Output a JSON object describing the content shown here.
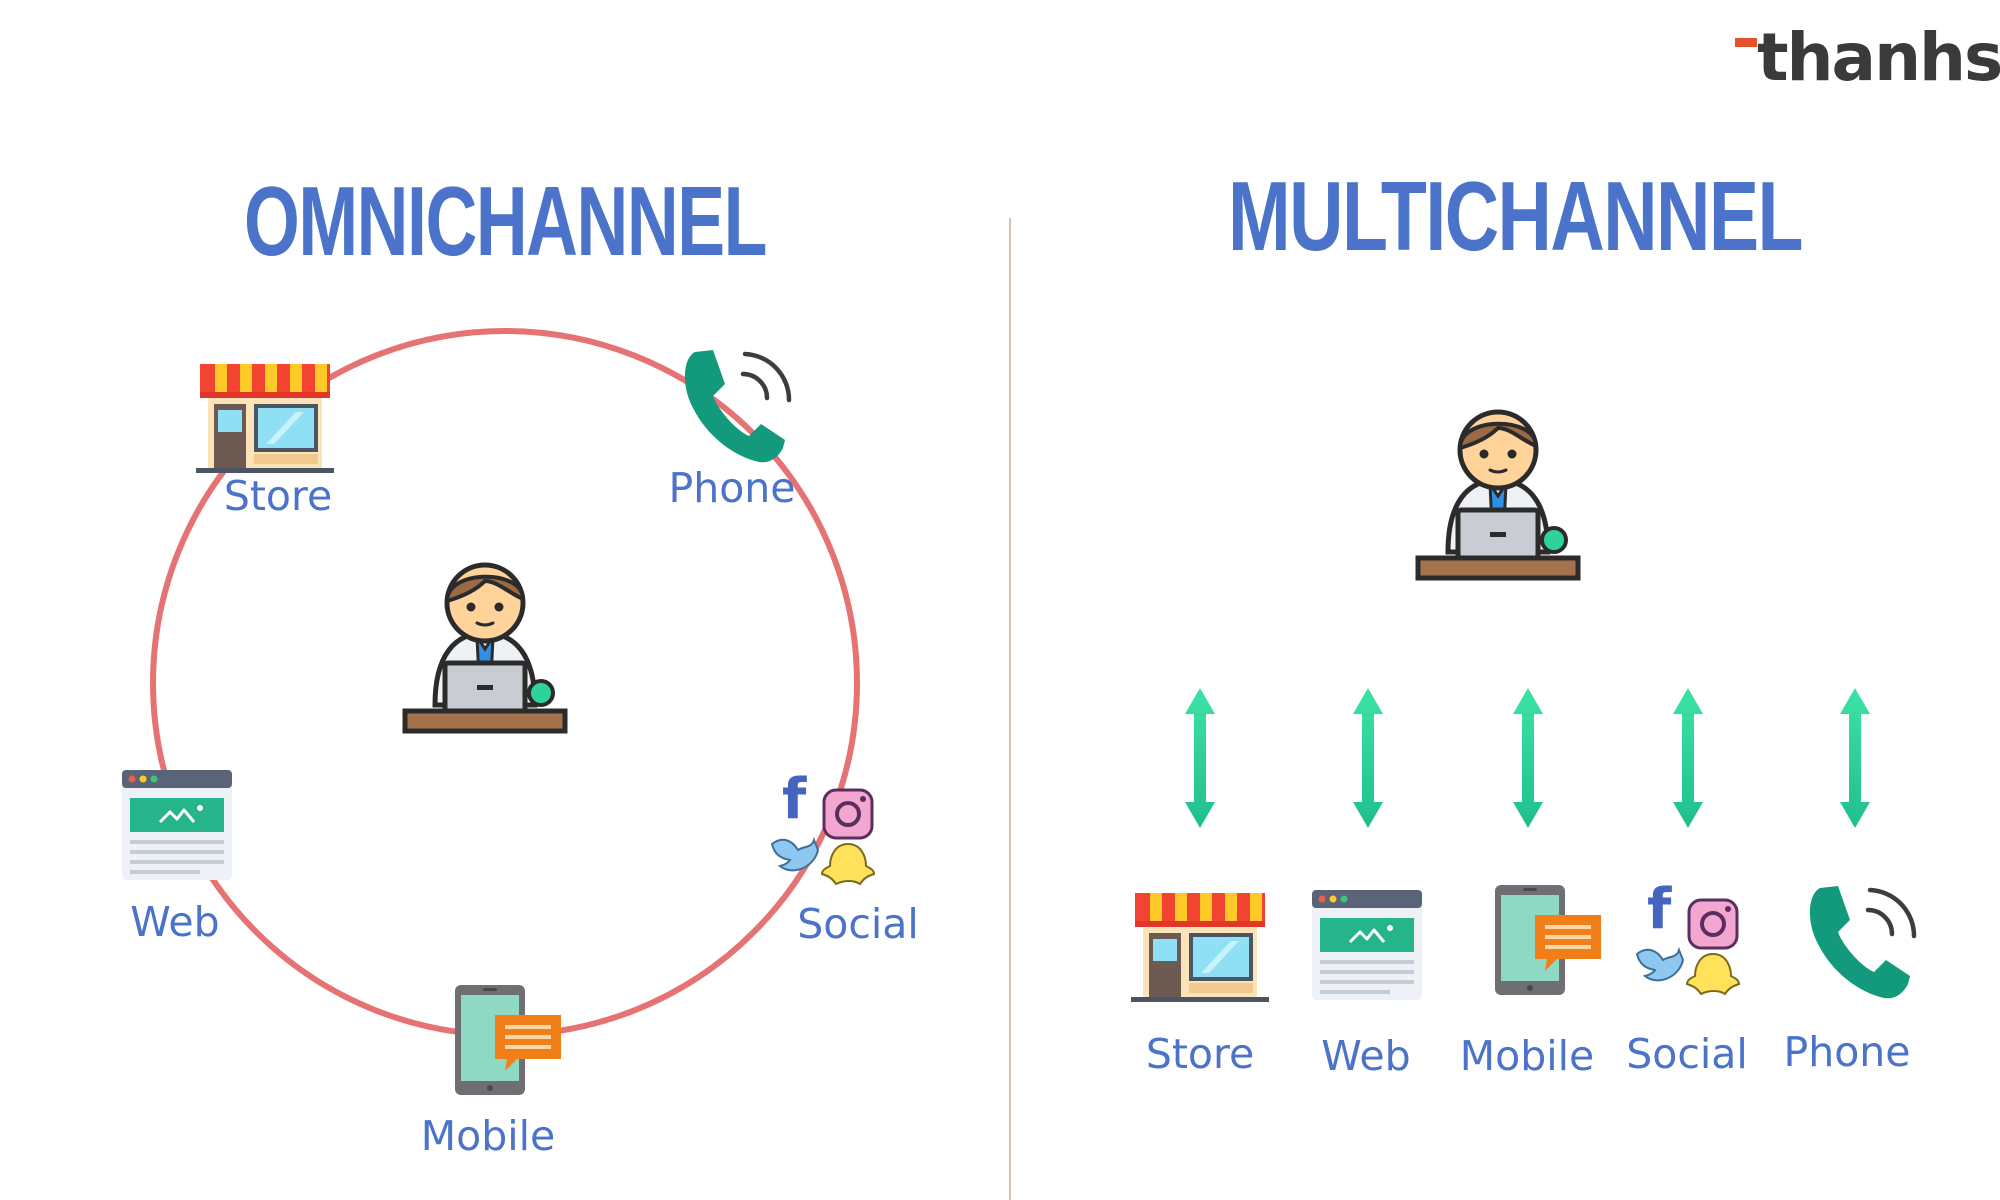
{
  "brand": {
    "logo_text": "thanhs",
    "accent_color": "#e3522a"
  },
  "omnichannel": {
    "title": "OMNICHANNEL",
    "ring_color": "#e57373",
    "center_icon": "agent-at-laptop-icon",
    "channels": [
      {
        "label": "Store",
        "icon": "store-icon"
      },
      {
        "label": "Phone",
        "icon": "phone-icon"
      },
      {
        "label": "Social",
        "icon": "social-icon"
      },
      {
        "label": "Mobile",
        "icon": "mobile-icon"
      },
      {
        "label": "Web",
        "icon": "web-icon"
      }
    ]
  },
  "multichannel": {
    "title": "MULTICHANNEL",
    "center_icon": "agent-at-laptop-icon",
    "arrow_color": "#2fd39a",
    "channels": [
      {
        "label": "Store",
        "icon": "store-icon"
      },
      {
        "label": "Web",
        "icon": "web-icon"
      },
      {
        "label": "Mobile",
        "icon": "mobile-icon"
      },
      {
        "label": "Social",
        "icon": "social-icon"
      },
      {
        "label": "Phone",
        "icon": "phone-icon"
      }
    ]
  },
  "colors": {
    "title": "#4a73c9",
    "label": "#4a73c9",
    "divider": "#d9c3a6"
  }
}
